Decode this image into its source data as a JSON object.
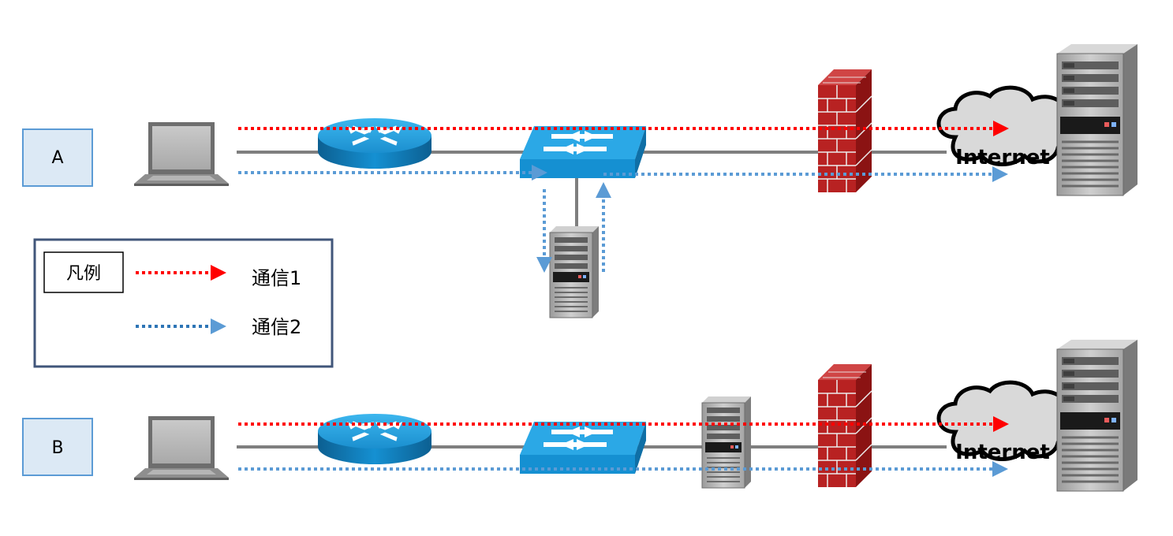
{
  "scenarios": [
    {
      "label": "A"
    },
    {
      "label": "B"
    }
  ],
  "legend": {
    "title": "凡例",
    "items": [
      {
        "label": "通信1",
        "color": "#ff0000"
      },
      {
        "label": "通信2",
        "color": "#5b9bd5"
      }
    ]
  },
  "cloud_label": "Internet",
  "colors": {
    "flow1": "#ff0000",
    "flow2": "#5b9bd5",
    "link": "#7f7f7f",
    "label_box_fill": "#dce9f5",
    "label_box_stroke": "#5b9bd5",
    "legend_border": "#41567a",
    "firewall": "#b22222",
    "network_device": "#1ba1e2"
  },
  "icons": [
    "laptop-icon",
    "router-icon",
    "switch-icon",
    "server-icon",
    "firewall-icon",
    "cloud-icon"
  ]
}
